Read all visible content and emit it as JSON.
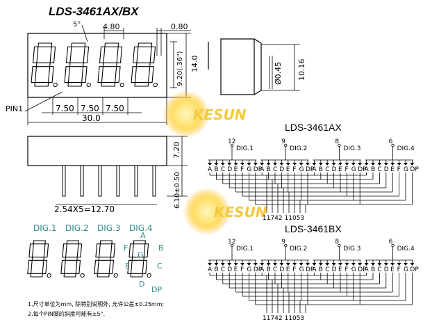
{
  "title": "LDS-3461AX/BX",
  "front_dims": {
    "seg_angle": "5°",
    "digit_pitch_top": "4.80",
    "dp_width": "0.80",
    "digit_height": "14.0",
    "char_height": "9.20(.36\")",
    "pin1_label": "PIN1",
    "pitch_1": "7.50",
    "pitch_2": "7.50",
    "pitch_3": "7.50",
    "total_width": "30.0"
  },
  "side_dims": {
    "pin_dia": "Ø0.45",
    "height": "10.16"
  },
  "bottom_dims": {
    "body_h": "7.20",
    "pin_len": "6.10±0.50",
    "pin_spacing": "2.54X5=12.70"
  },
  "watermark": "KESUN",
  "legend": {
    "digits": [
      "DIG.1",
      "DIG.2",
      "DIG.3",
      "DIG.4"
    ],
    "segments": [
      "A",
      "B",
      "C",
      "D",
      "E",
      "F",
      "G",
      "DP"
    ]
  },
  "circuit_ax": {
    "title": "LDS-3461AX",
    "digits": [
      "DIG.1",
      "DIG.2",
      "DIG.3",
      "DIG.4"
    ],
    "common_pins": [
      "12",
      "9",
      "8",
      "6"
    ],
    "segments": [
      "A",
      "B",
      "C",
      "D",
      "E",
      "F",
      "G",
      "DP"
    ],
    "bottom_pins": "11742 11053"
  },
  "circuit_bx": {
    "title": "LDS-3461BX",
    "digits": [
      "DIG.1",
      "DIG.2",
      "DIG.3",
      "DIG.4"
    ],
    "common_pins": [
      "12",
      "9",
      "8",
      "6"
    ],
    "segments": [
      "A",
      "B",
      "C",
      "D",
      "E",
      "F",
      "G",
      "DP"
    ],
    "bottom_pins": "11742 11053"
  },
  "notes": [
    "1.尺寸单位为mm, 除特别说明外, 允许公差±0.25mm;",
    "2.每个PIN脚的斜度可能有±5°."
  ]
}
